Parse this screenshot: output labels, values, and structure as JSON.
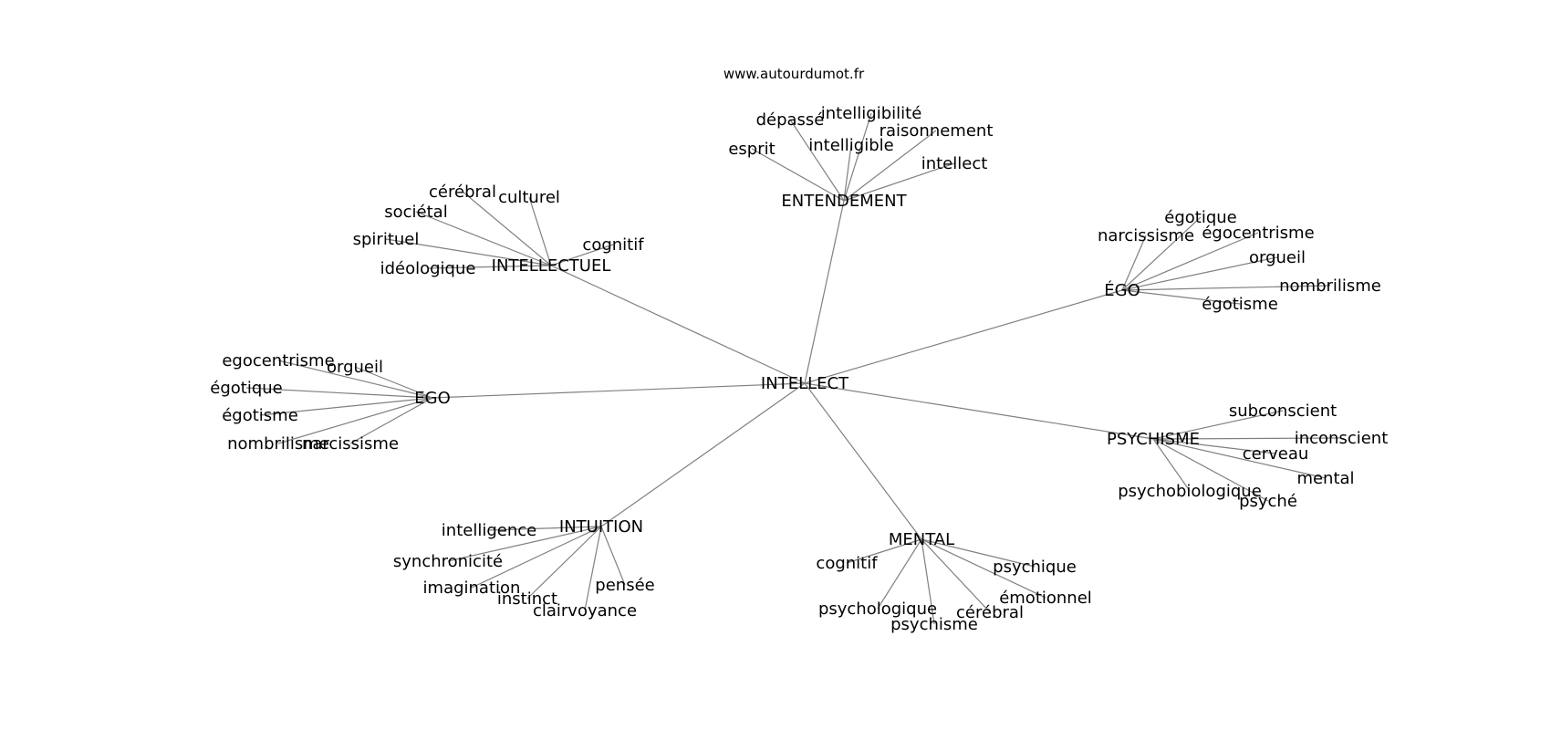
{
  "site": "www.autourdumot.fr",
  "center": "INTELLECT",
  "colors": {
    "edge": "#808080",
    "text": "#000000",
    "background": "#ffffff"
  },
  "hubs": [
    {
      "label": "ENTENDEMENT",
      "words": [
        "dépassé",
        "intelligibilité",
        "raisonnement",
        "esprit",
        "intelligible",
        "intellect"
      ]
    },
    {
      "label": "INTELLECTUEL",
      "words": [
        "cérébral",
        "culturel",
        "sociétal",
        "spirituel",
        "cognitif",
        "idéologique"
      ]
    },
    {
      "label": "ÉGO",
      "words": [
        "égotique",
        "narcissisme",
        "égocentrisme",
        "orgueil",
        "nombrilisme",
        "égotisme"
      ]
    },
    {
      "label": "EGO",
      "words": [
        "egocentrisme",
        "orgueil",
        "égotique",
        "égotisme",
        "nombrilisme",
        "narcissisme"
      ]
    },
    {
      "label": "PSYCHISME",
      "words": [
        "subconscient",
        "inconscient",
        "cerveau",
        "mental",
        "psychobiologique",
        "psyché"
      ]
    },
    {
      "label": "INTUITION",
      "words": [
        "intelligence",
        "synchronicité",
        "imagination",
        "instinct",
        "pensée",
        "clairvoyance"
      ]
    },
    {
      "label": "MENTAL",
      "words": [
        "cognitif",
        "psychique",
        "émotionnel",
        "psychologique",
        "cérébral",
        "psychisme"
      ]
    }
  ]
}
